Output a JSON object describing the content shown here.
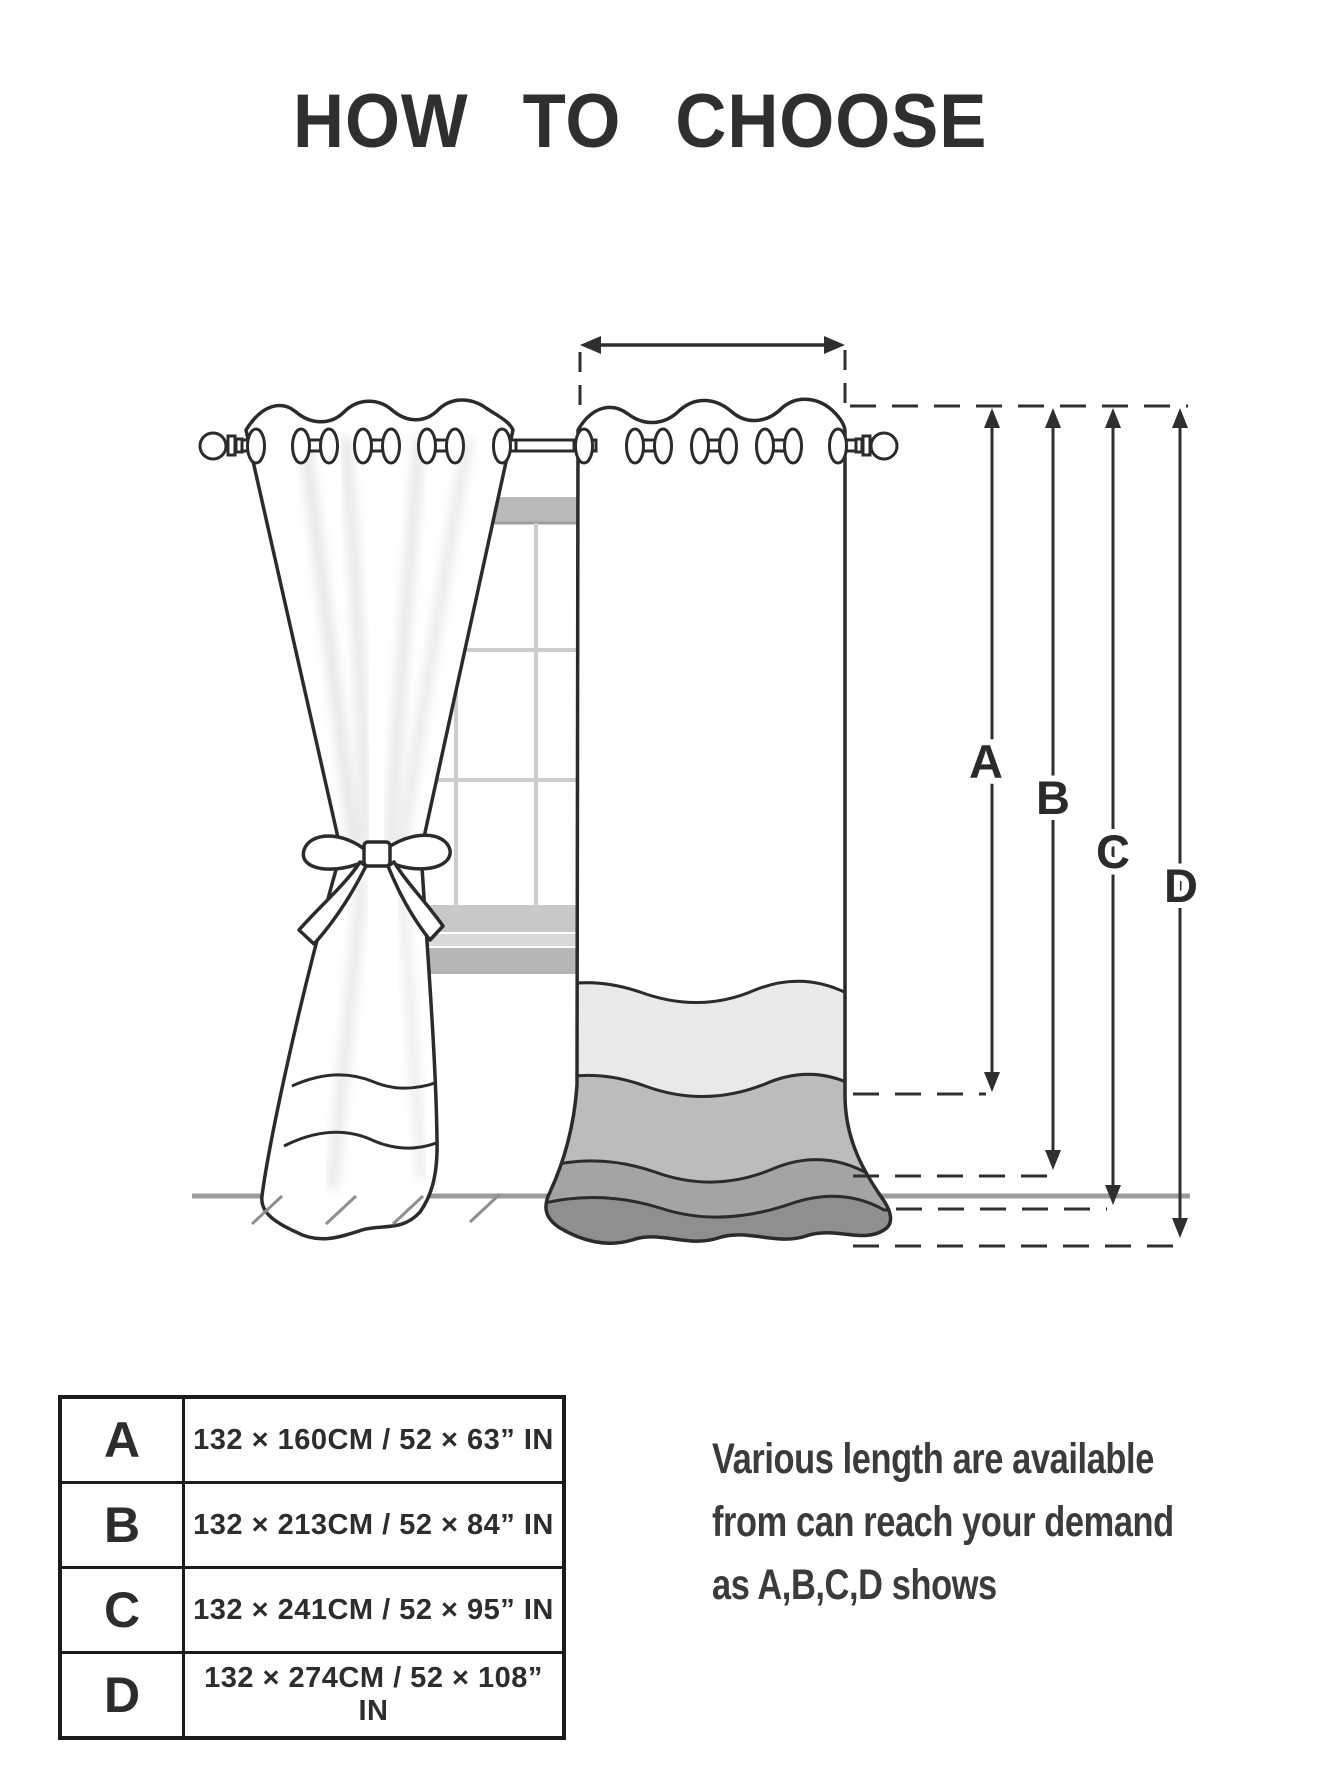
{
  "title": "HOW  TO  CHOOSE",
  "size_table": {
    "rows": [
      {
        "label": "A",
        "size": "132 × 160CM / 52 × 63”  IN"
      },
      {
        "label": "B",
        "size": "132 × 213CM /  52 × 84”  IN"
      },
      {
        "label": "C",
        "size": "132 × 241CM /  52 × 95”  IN"
      },
      {
        "label": "D",
        "size": "132 × 274CM /  52 × 108”  IN"
      }
    ]
  },
  "note": {
    "lines": [
      "Various length are available",
      "from can reach your demand",
      "as A,B,C,D shows"
    ]
  },
  "diagram": {
    "measure_labels": [
      "A",
      "B",
      "C",
      "D"
    ],
    "colors": {
      "line_art": "#2b2b2b",
      "measure_line": "#2f2f2f",
      "band_light": "#e9e9e9",
      "band_mid": "#bcbcbc",
      "band_dark": "#a4a4a4",
      "band_darkest": "#8f8f8f",
      "window_frame": "#c7c7c7",
      "floor": "#9c9c9c"
    }
  }
}
